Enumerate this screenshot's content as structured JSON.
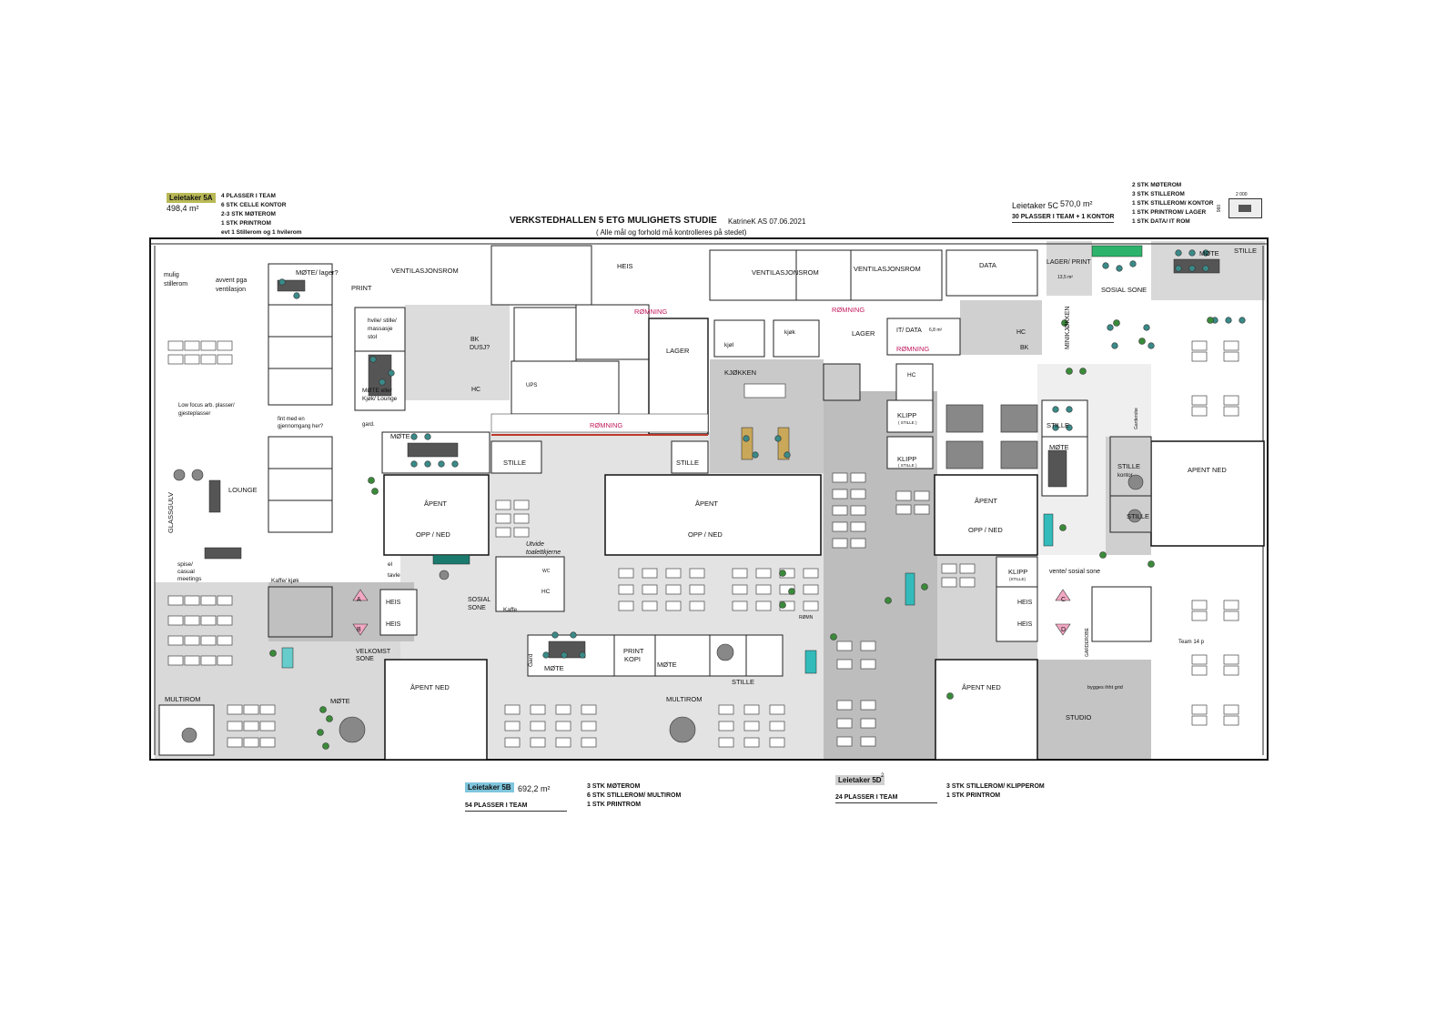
{
  "header": {
    "title": "VERKSTEDHALLEN 5 ETG MULIGHETS STUDIE",
    "author": "KatrineK AS 07.06.2021",
    "note": "( Alle mål og forhold må kontrolleres på stedet)"
  },
  "tenants": {
    "5A": {
      "badge": "Leietaker 5A",
      "area": "498,4 m²",
      "lines": [
        "4 PLASSER I TEAM",
        "6 STK CELLE KONTOR",
        "2-3  STK MØTEROM",
        "1 STK PRINTROM",
        "evt 1 Stillerom og 1 hvilerom"
      ],
      "color": "#b9b957"
    },
    "5B": {
      "badge": "Leietaker 5B",
      "area": "692,2 m²",
      "seats": "54 PLASSER I TEAM",
      "lines": [
        "3 STK MØTEROM",
        "6 STK STILLEROM/ MULTIROM",
        "1 STK PRINTROM"
      ],
      "color": "#7fc6dd"
    },
    "5C": {
      "badge": "Leietaker 5C",
      "area": "570,0 m²",
      "seats": "30 PLASSER I TEAM  + 1 KONTOR",
      "lines": [
        "2 STK MØTEROM",
        "3 STK STILLEROM",
        "1 STK STILLEROM/ KONTOR",
        "1 STK PRINTROM/ LAGER",
        "1 STK DATA/ IT ROM"
      ]
    },
    "5D": {
      "badge": "Leietaker 5D",
      "area_suffix": "2",
      "seats": "24 PLASSER I TEAM",
      "lines": [
        "3 STK STILLEROM/ KLIPPEROM",
        "1 STK PRINTROM"
      ],
      "color": "#d0d0d0"
    }
  },
  "scale": {
    "width": "2 000",
    "height": "960"
  },
  "rooms": [
    {
      "label": "mulig",
      "id": "r1"
    },
    {
      "label": "stillerom",
      "id": "r2"
    },
    {
      "label": "avvent pga",
      "id": "r3"
    },
    {
      "label": "ventilasjon",
      "id": "r4"
    },
    {
      "label": "MØTE/ lager?",
      "id": "r5"
    },
    {
      "label": "PRINT",
      "id": "r6"
    },
    {
      "label": "VENTILASJONSROM",
      "id": "r7"
    },
    {
      "label": "HEIS",
      "id": "r8"
    },
    {
      "label": "VENTILASJONSROM",
      "id": "r9"
    },
    {
      "label": "VENTILASJONSROM",
      "id": "r10"
    },
    {
      "label": "DATA",
      "id": "r11"
    },
    {
      "label": "LAGER/ PRINT",
      "id": "r12"
    },
    {
      "label": "13,5 m²",
      "id": "r13"
    },
    {
      "label": "SOSIAL SONE",
      "id": "r14"
    },
    {
      "label": "MØTE",
      "id": "r15"
    },
    {
      "label": "STILLE",
      "id": "r16"
    },
    {
      "label": "RØMNING",
      "id": "r17"
    },
    {
      "label": "RØMNING",
      "id": "r18"
    },
    {
      "label": "RØMNING",
      "id": "r19"
    },
    {
      "label": "RØMNING",
      "id": "r20"
    },
    {
      "label": "hvile/ stille/",
      "id": "r21"
    },
    {
      "label": "massasje",
      "id": "r22"
    },
    {
      "label": "stol",
      "id": "r23"
    },
    {
      "label": "BK",
      "id": "r24"
    },
    {
      "label": "DUSJ?",
      "id": "r25"
    },
    {
      "label": "HC",
      "id": "r26"
    },
    {
      "label": "UPS",
      "id": "r27"
    },
    {
      "label": "LAGER",
      "id": "r28"
    },
    {
      "label": "kjøl",
      "id": "r29"
    },
    {
      "label": "kjøk",
      "id": "r30"
    },
    {
      "label": "LAGER",
      "id": "r31"
    },
    {
      "label": "IT/ DATA",
      "id": "r32"
    },
    {
      "label": "6,8 m²",
      "id": "r33"
    },
    {
      "label": "HC",
      "id": "r34"
    },
    {
      "label": "BK",
      "id": "r35"
    },
    {
      "label": "MINIKJØKKEN",
      "id": "r36"
    },
    {
      "label": "KJØKKEN",
      "id": "r37"
    },
    {
      "label": "HC",
      "id": "r38"
    },
    {
      "label": "KLIPP",
      "id": "r39"
    },
    {
      "label": "( STILLE )",
      "id": "r40"
    },
    {
      "label": "KLIPP",
      "id": "r41"
    },
    {
      "label": "( STILLE )",
      "id": "r42"
    },
    {
      "label": "MØTE eller",
      "id": "r43"
    },
    {
      "label": "Kjøk/ Lounge",
      "id": "r44"
    },
    {
      "label": "Low focus arb. plasser/",
      "id": "r45"
    },
    {
      "label": "gjesteplasser",
      "id": "r46"
    },
    {
      "label": "fint med en",
      "id": "r47"
    },
    {
      "label": "gjennomgang her?",
      "id": "r48"
    },
    {
      "label": "gard.",
      "id": "r49"
    },
    {
      "label": "MØTE",
      "id": "r50"
    },
    {
      "label": "STILLE",
      "id": "r51"
    },
    {
      "label": "STILLE",
      "id": "r52"
    },
    {
      "label": "STILLE",
      "id": "r53"
    },
    {
      "label": "MØTE",
      "id": "r54"
    },
    {
      "label": "STILLE",
      "id": "r55"
    },
    {
      "label": "kontor",
      "id": "r56"
    },
    {
      "label": "STILLE",
      "id": "r57"
    },
    {
      "label": "APENT NED",
      "id": "r58"
    },
    {
      "label": "LOUNGE",
      "id": "r59"
    },
    {
      "label": "GLASSGULV",
      "id": "r60"
    },
    {
      "label": "ÅPENT",
      "id": "r61"
    },
    {
      "label": "OPP / NED",
      "id": "r62"
    },
    {
      "label": "ÅPENT",
      "id": "r63"
    },
    {
      "label": "OPP / NED",
      "id": "r64"
    },
    {
      "label": "ÅPENT",
      "id": "r65"
    },
    {
      "label": "OPP / NED",
      "id": "r66"
    },
    {
      "label": "Utvide",
      "id": "r67"
    },
    {
      "label": "toalettkjerne",
      "id": "r68"
    },
    {
      "label": "spise/",
      "id": "r69"
    },
    {
      "label": "casual",
      "id": "r70"
    },
    {
      "label": "meetings",
      "id": "r71"
    },
    {
      "label": "Kaffe/ kjøk",
      "id": "r72"
    },
    {
      "label": "el",
      "id": "r73"
    },
    {
      "label": "tavle",
      "id": "r74"
    },
    {
      "label": "HEIS",
      "id": "r75"
    },
    {
      "label": "HEIS",
      "id": "r76"
    },
    {
      "label": "A",
      "id": "r77"
    },
    {
      "label": "B",
      "id": "r78"
    },
    {
      "label": "SOSIAL",
      "id": "r79"
    },
    {
      "label": "SONE",
      "id": "r80"
    },
    {
      "label": "Kaffe",
      "id": "r81"
    },
    {
      "label": "WC",
      "id": "r82"
    },
    {
      "label": "HC",
      "id": "r83"
    },
    {
      "label": "KLIPP",
      "id": "r84"
    },
    {
      "label": "(STILLE)",
      "id": "r85"
    },
    {
      "label": "vente/ sosial sone",
      "id": "r86"
    },
    {
      "label": "HEIS",
      "id": "r87"
    },
    {
      "label": "HEIS",
      "id": "r88"
    },
    {
      "label": "C",
      "id": "r89"
    },
    {
      "label": "D",
      "id": "r90"
    },
    {
      "label": "Team 14 p",
      "id": "r91"
    },
    {
      "label": "VELKOMST",
      "id": "r92"
    },
    {
      "label": "SONE",
      "id": "r93"
    },
    {
      "label": "Gard",
      "id": "r94"
    },
    {
      "label": "MØTE",
      "id": "r95"
    },
    {
      "label": "PRINT",
      "id": "r96"
    },
    {
      "label": "KOPI",
      "id": "r97"
    },
    {
      "label": "MØTE",
      "id": "r98"
    },
    {
      "label": "STILLE",
      "id": "r99"
    },
    {
      "label": "RØMN",
      "id": "r100"
    },
    {
      "label": "MULTIROM",
      "id": "r101"
    },
    {
      "label": "MØTE",
      "id": "r102"
    },
    {
      "label": "ÅPENT  NED",
      "id": "r103"
    },
    {
      "label": "MULTIROM",
      "id": "r104"
    },
    {
      "label": "ÅPENT  NED",
      "id": "r105"
    },
    {
      "label": "GARDEROBE",
      "id": "r106"
    },
    {
      "label": "bygges ihht grid",
      "id": "r107"
    },
    {
      "label": "STUDIO",
      "id": "r108"
    },
    {
      "label": "Garderobe",
      "id": "r109"
    }
  ]
}
